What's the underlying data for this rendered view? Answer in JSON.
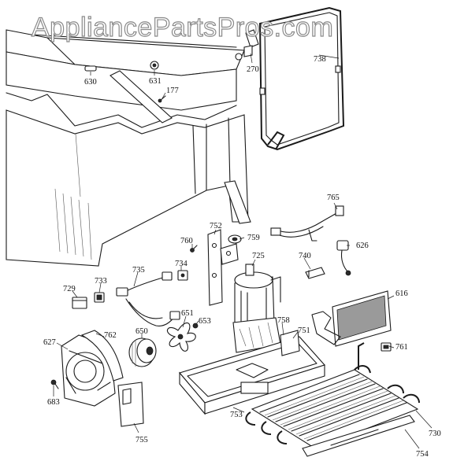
{
  "watermark": "AppliancePartsPros.com",
  "labels": {
    "p630": "630",
    "p631": "631",
    "p177": "177",
    "p270": "270",
    "p738": "738",
    "p765": "765",
    "p752": "752",
    "p759": "759",
    "p760": "760",
    "p725": "725",
    "p740": "740",
    "p626": "626",
    "p734": "734",
    "p735": "735",
    "p733": "733",
    "p729": "729",
    "p616": "616",
    "p651": "651",
    "p653": "653",
    "p650": "650",
    "p762": "762",
    "p627": "627",
    "p758": "758",
    "p751": "751",
    "p761": "761",
    "p683": "683",
    "p755": "755",
    "p753": "753",
    "p730": "730",
    "p754": "754"
  },
  "colors": {
    "ink": "#1a1a1a",
    "paper": "#ffffff",
    "watermark_outline": "#8a8a8a"
  }
}
